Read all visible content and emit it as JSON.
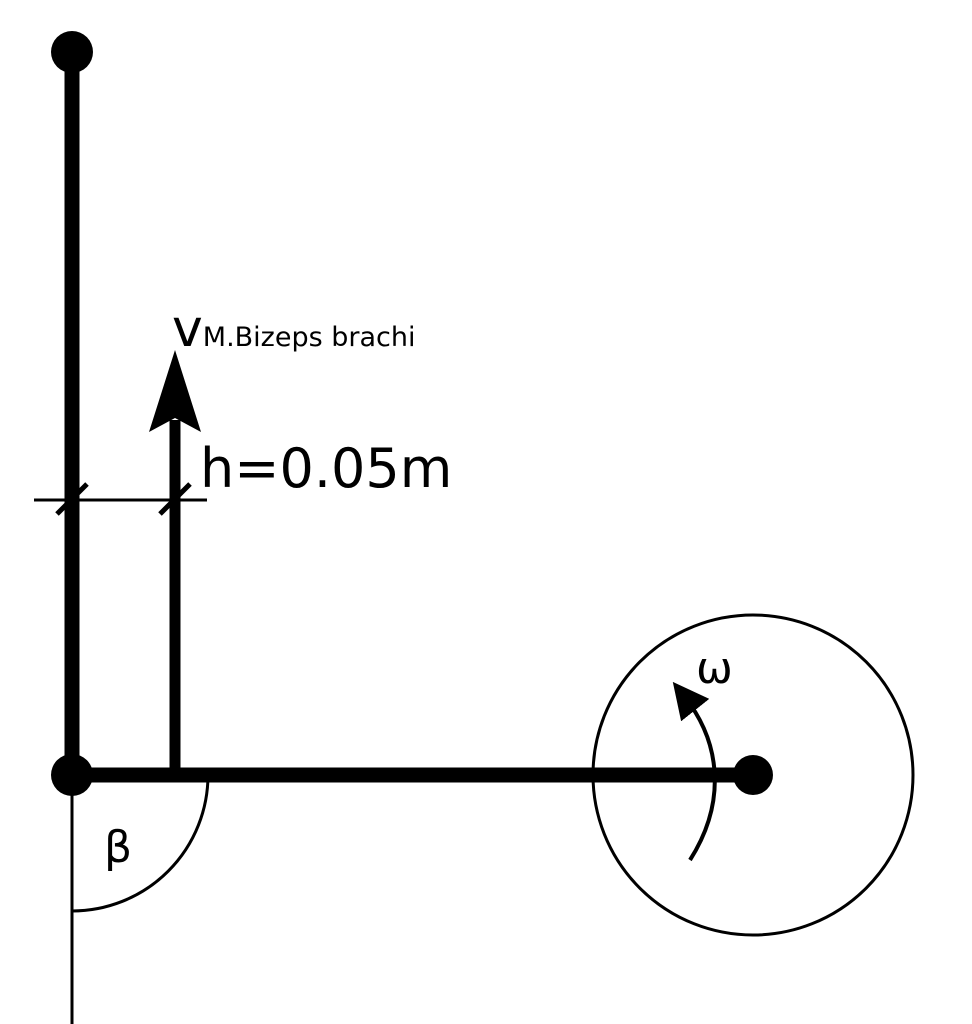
{
  "labels": {
    "velocity_symbol": "v",
    "velocity_subscript": "M.Bizeps brachi",
    "distance": "h=0.05m",
    "angular_velocity": "ω",
    "angle": "β"
  },
  "colors": {
    "stroke": "#000000",
    "background": "#ffffff"
  }
}
